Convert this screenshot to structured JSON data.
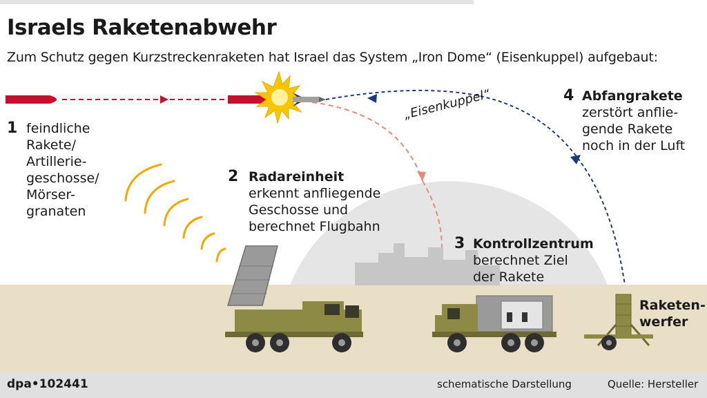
{
  "title": "Israels Raketenabwehr",
  "subtitle": "Zum Schutz gegen Kurzstreckenraketen hat Israel das System „Iron Dome“ (Eisenkuppel) aufgebaut:",
  "dome_label": "„Eisenkuppel“",
  "steps": [
    {
      "number": "1",
      "heading": "",
      "lines": [
        "feindliche",
        "Rakete/",
        "Artillerie-",
        "geschosse/",
        "Mörser-",
        "granaten"
      ]
    },
    {
      "number": "2",
      "heading": "Radareinheit",
      "lines": [
        "erkennt anfliegende",
        "Geschosse und",
        "berechnet Flugbahn"
      ]
    },
    {
      "number": "3",
      "heading": "Kontrollzentrum",
      "lines": [
        "berechnet Ziel",
        "der Rakete"
      ]
    },
    {
      "number": "4",
      "heading": "Abfangrakete",
      "lines": [
        "zerstört anflie-",
        "gende Rakete",
        "noch in der Luft"
      ]
    }
  ],
  "launcher_label": [
    "Raketen-",
    "werfer"
  ],
  "footer": {
    "credit": "dpa•102441",
    "note": "schematische Darstellung",
    "source": "Quelle: Hersteller"
  },
  "colors": {
    "ground": "#e9dfc7",
    "dome": "#dcdcdc",
    "vehicle": "#8c8a44",
    "radar_panel": "#9a9a9a",
    "enemy_rocket": "#c8102e",
    "enemy_path": "#c8102e",
    "interceptor_path": "#1f3a7a",
    "radar_path": "#e8897a",
    "radar_waves": "#f2a900",
    "explosion": "#f7c600",
    "footer_bg": "#e0e0e0"
  }
}
